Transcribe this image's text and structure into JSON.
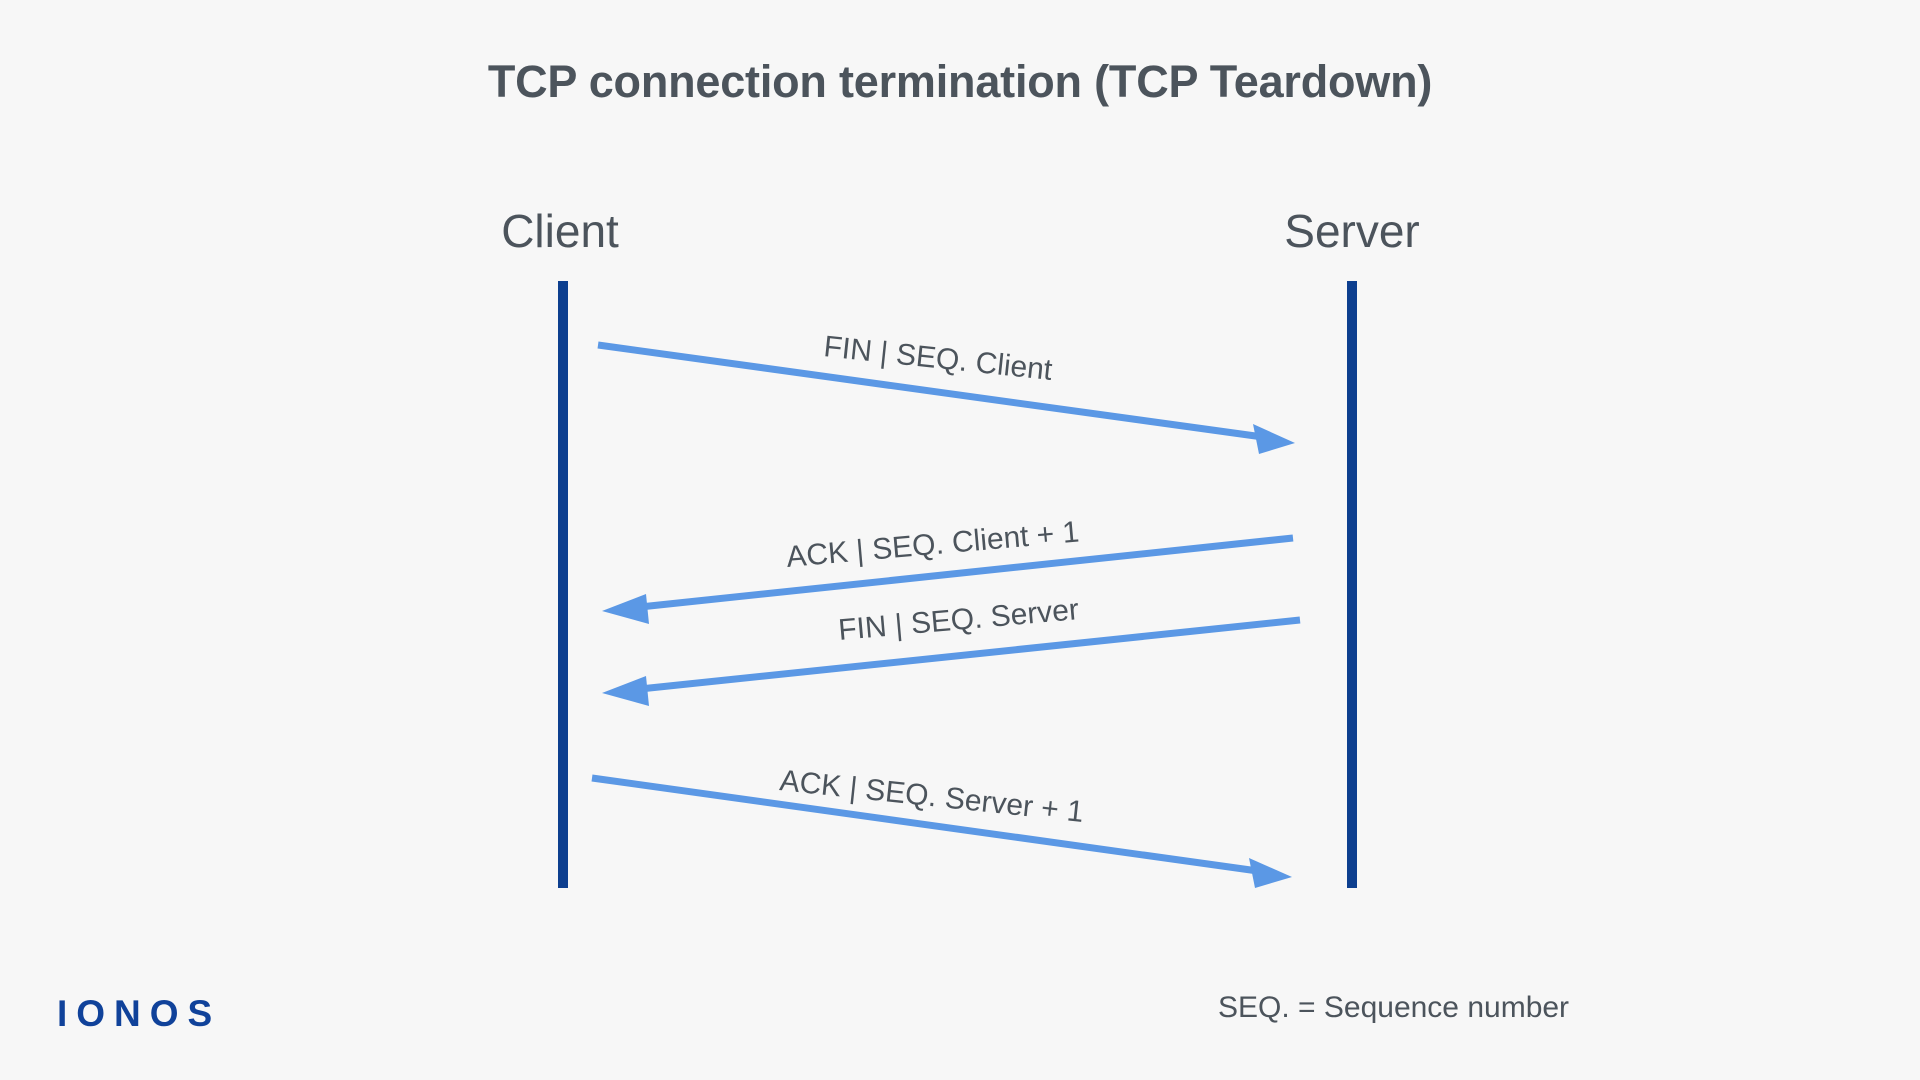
{
  "page": {
    "title": "TCP connection termination (TCP Teardown)",
    "background_color": "#f7f7f7",
    "text_color": "#4c545c"
  },
  "participants": [
    {
      "id": "client",
      "label": "Client"
    },
    {
      "id": "server",
      "label": "Server"
    }
  ],
  "lifeline_color": "#0d3f8f",
  "arrow_color": "#5b98e5",
  "messages": [
    {
      "index": 1,
      "label": "FIN | SEQ. Client",
      "from": "client",
      "to": "server",
      "direction": "right"
    },
    {
      "index": 2,
      "label": "ACK | SEQ. Client + 1",
      "from": "server",
      "to": "client",
      "direction": "left"
    },
    {
      "index": 3,
      "label": "FIN | SEQ. Server",
      "from": "server",
      "to": "client",
      "direction": "left"
    },
    {
      "index": 4,
      "label": "ACK | SEQ. Server + 1",
      "from": "client",
      "to": "server",
      "direction": "right"
    }
  ],
  "footer": {
    "legend": "SEQ. = Sequence number",
    "brand": "IONOS",
    "brand_color": "#10429a"
  }
}
